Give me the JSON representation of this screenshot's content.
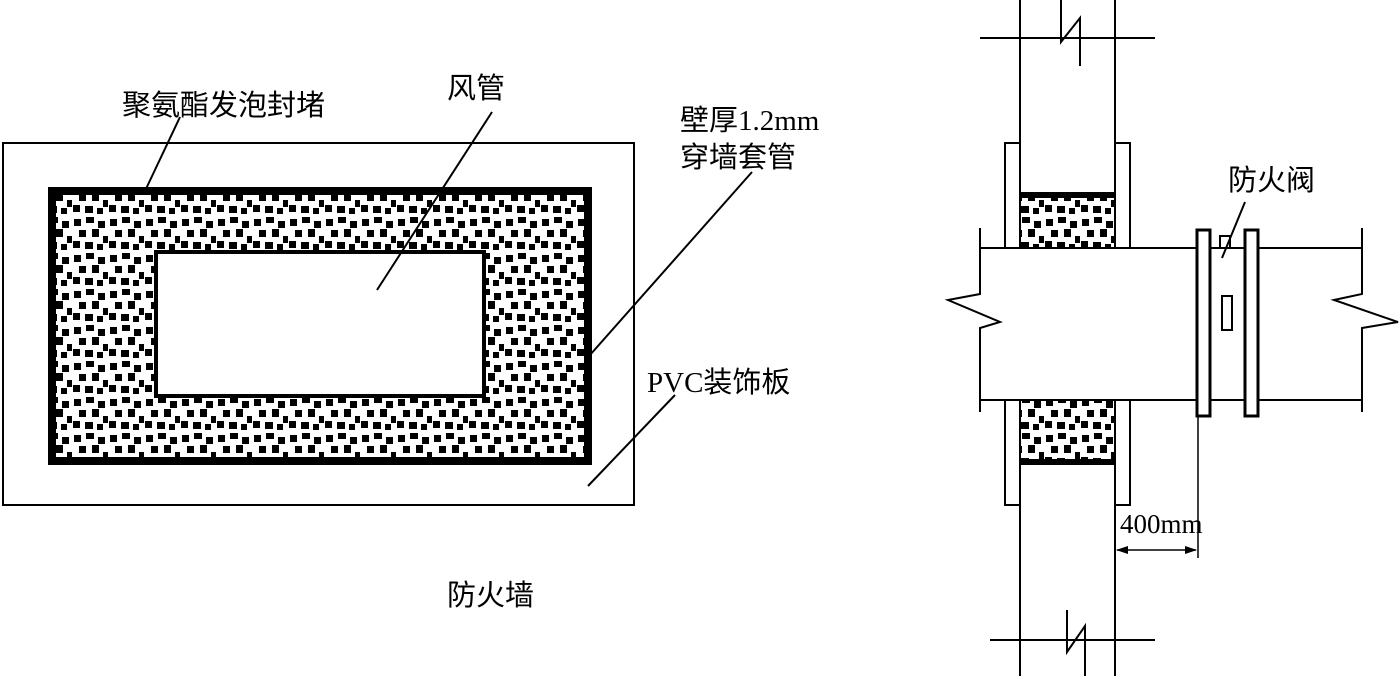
{
  "diagram": {
    "left": {
      "foam_seal_label": "聚氨酯发泡封堵",
      "duct_label": "风管",
      "sleeve_label_line1": "壁厚1.2mm",
      "sleeve_label_line2": "穿墙套管",
      "pvc_label": "PVC装饰板",
      "caption": "防火墙"
    },
    "right": {
      "damper_label": "防火阀",
      "dimension_label": "400mm"
    }
  },
  "colors": {
    "stroke": "#000000",
    "background": "#ffffff"
  }
}
